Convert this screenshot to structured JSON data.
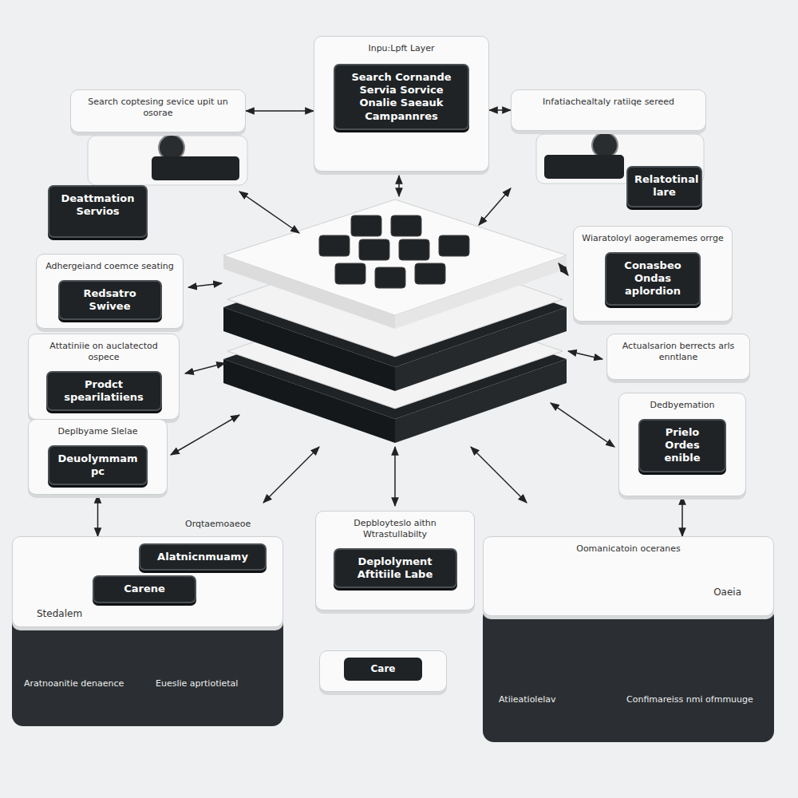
{
  "diagram": {
    "nodes": [
      {
        "text": [
          "Inpu:Lpft Layer"
        ]
      },
      {
        "text": [
          "Search Cornande Servia Sorvice Onalie Saeauk Campannres"
        ],
        "in": 0
      },
      {
        "text": [
          "Search coptesing sevice upit un osorae"
        ]
      },
      {
        "text": [
          "Infatiachealtaly ratiiqe sereed"
        ]
      },
      {
        "text": [
          "Relatotinal lare"
        ]
      },
      {
        "text": [
          "Deattmation Servios"
        ]
      },
      {
        "text": [
          "Adhergeiand coemce seating"
        ]
      },
      {
        "text": [
          "Redsatro Swivee"
        ],
        "in": 6
      },
      {
        "text": [
          "Wiaratoloyl aogeramemes orrge"
        ]
      },
      {
        "text": [
          "Conasbeo Ondas aplordion"
        ],
        "in": 8
      },
      {
        "text": [
          "Attatiniie on auclatectod ospece"
        ]
      },
      {
        "text": [
          "Prodct spearilatiiens"
        ],
        "in": 10
      },
      {
        "text": [
          "Actualsarion berrects arls enntlane"
        ]
      },
      {
        "text": [
          "Deplbyame Slelae"
        ]
      },
      {
        "text": [
          "Deuolymmam pc"
        ],
        "in": 13
      },
      {
        "text": [
          "Dedbyemation"
        ]
      },
      {
        "text": [
          "Prielo Ordes enible"
        ],
        "in": 15
      },
      {
        "text": [
          "Stedalem"
        ]
      },
      {
        "text": [
          "Alatnicnmuamy"
        ],
        "in": 17
      },
      {
        "text": [
          "Carene"
        ],
        "in": 17
      },
      {
        "text": [
          "Depbloyteslo aithn Wtrastullabilty"
        ]
      },
      {
        "text": [
          "Deplolyment Aftitiile Labe"
        ],
        "in": 20
      },
      {
        "text": [
          "Care"
        ]
      },
      {
        "text": [
          "Oomanicatoin oceranes",
          "Oaeia"
        ]
      }
    ],
    "edges": [
      {
        "from": 0,
        "to": 2,
        "arrow": "both"
      },
      {
        "from": 0,
        "to": 3,
        "arrow": "both"
      },
      {
        "from": 13,
        "to": 17,
        "arrow": "both"
      },
      {
        "from": 15,
        "to": 23,
        "arrow": "both"
      }
    ],
    "labels": [
      "Orqtaemoaeoe",
      "Aratnoanitie denaence",
      "Eueslie aprtiotietal",
      "Atiieatiolelav",
      "Confimareiss nmi ofmmuuge"
    ]
  }
}
